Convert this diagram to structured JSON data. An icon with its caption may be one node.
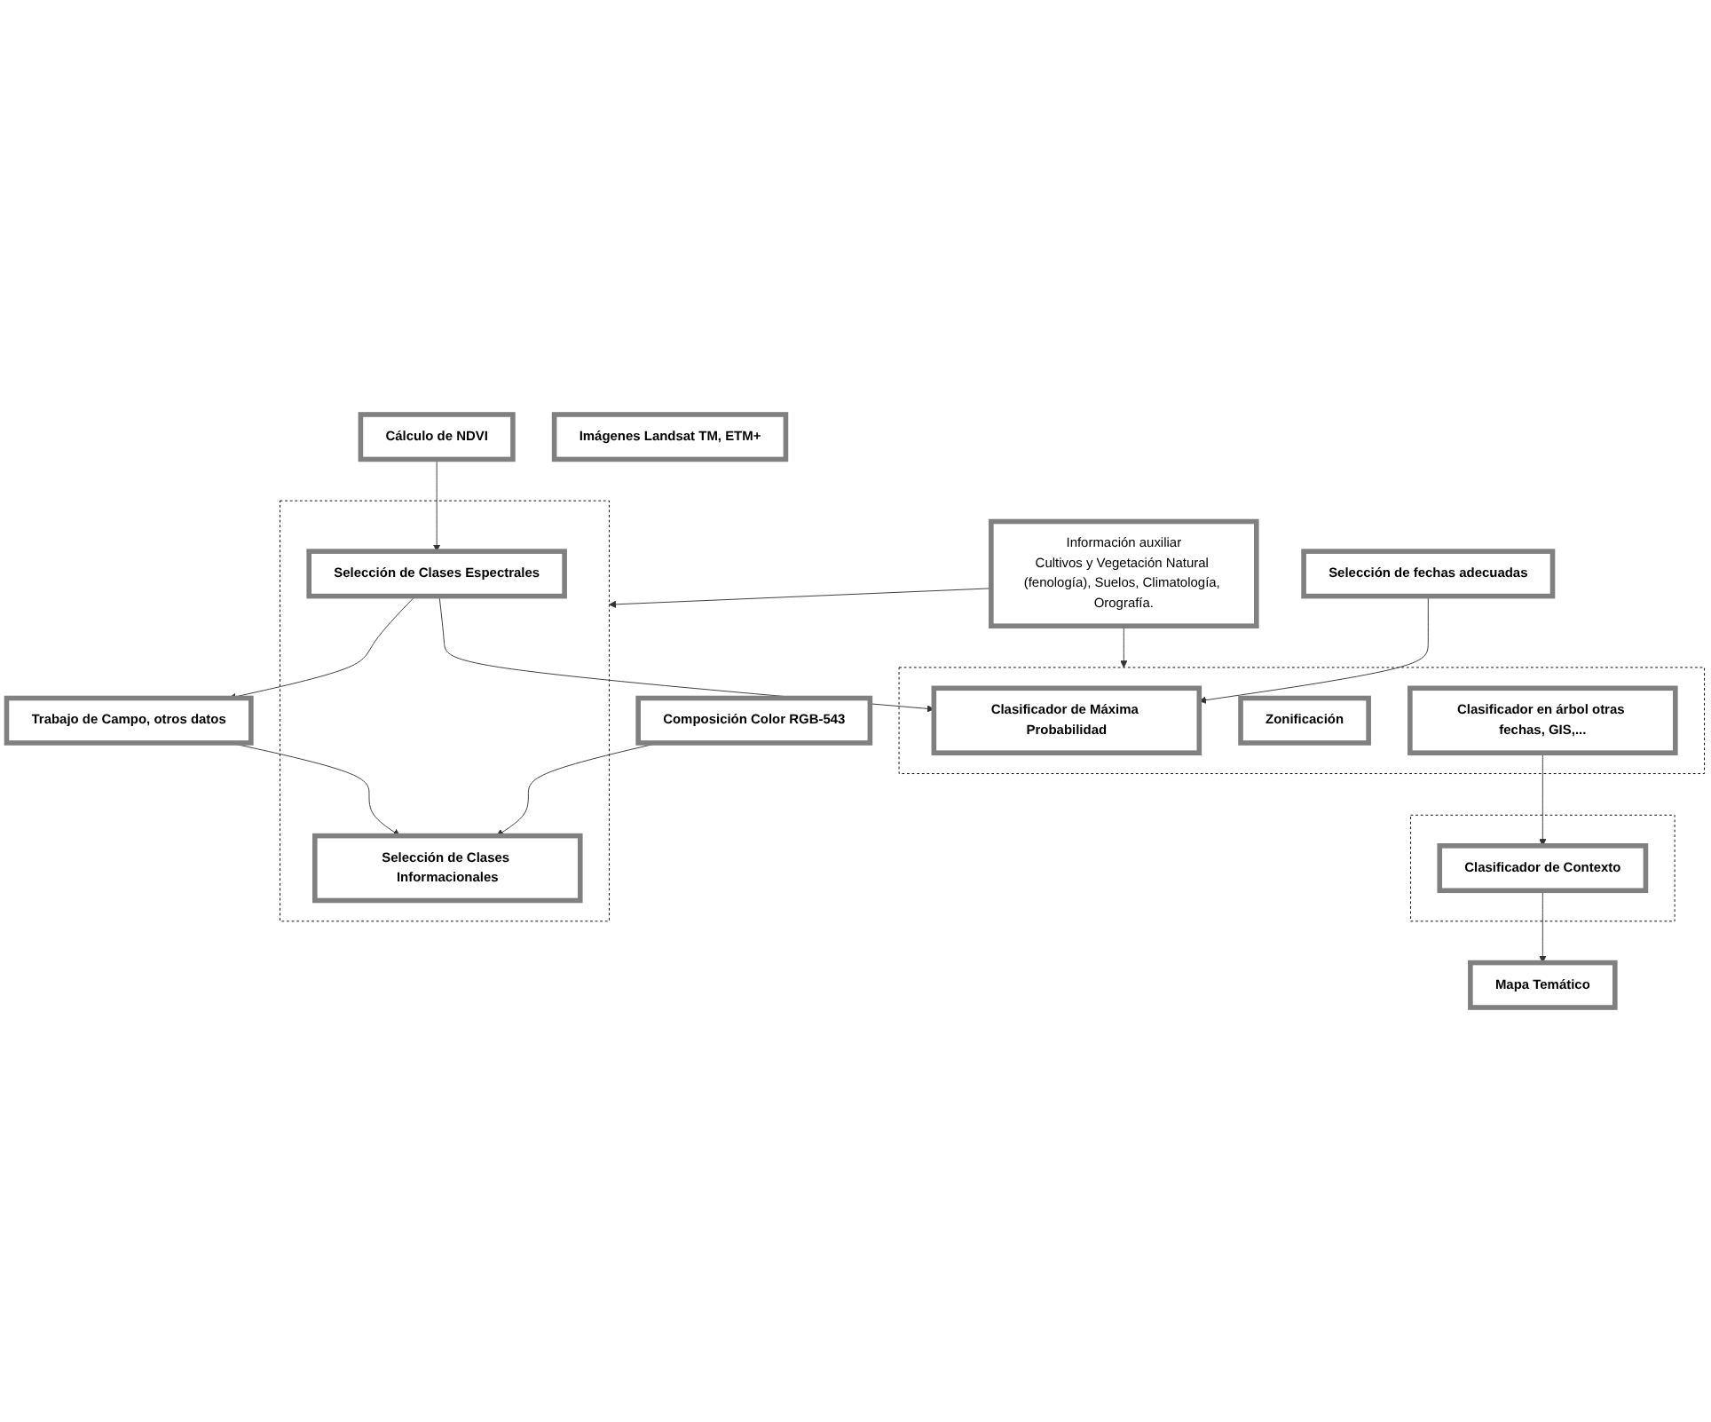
{
  "diagram": {
    "nodes": [
      {
        "text": [
          "Información auxiliar",
          "Cultivos y Vegetación Natural (fenología), Suelos, Climatología, Orografía."
        ]
      },
      {
        "text": [
          "Trabajo de Campo, otros datos"
        ]
      },
      {
        "text": [],
        "shape": "box"
      },
      {
        "text": [
          "Selección de Clases Informacionales"
        ],
        "in": 2
      },
      {
        "text": [
          "Selección de Clases Espectrales"
        ],
        "in": 2
      },
      {
        "text": [
          "Composición Color RGB-543"
        ]
      },
      {
        "text": [
          "Cálculo de NDVI"
        ]
      },
      {
        "text": [
          "Imágenes Landsat TM, ETM+"
        ]
      },
      {
        "text": [],
        "shape": "box"
      },
      {
        "text": [
          "Zonificación"
        ],
        "in": 8
      },
      {
        "text": [
          "Clasificador de Máxima Probabilidad"
        ],
        "in": 8
      },
      {
        "text": [
          "Clasificador en árbol otras fechas, GIS,..."
        ],
        "in": 8
      },
      {
        "text": [
          "Selección de fechas adecuadas"
        ]
      },
      {
        "text": [],
        "shape": "box"
      },
      {
        "text": [
          "Clasificador de Contexto"
        ],
        "in": 13
      },
      {
        "text": [
          "Mapa Temático"
        ]
      }
    ],
    "edges": [
      {
        "from": 0,
        "to": 2,
        "arrow": "to"
      },
      {
        "from": 0,
        "to": 8,
        "arrow": "to"
      },
      {
        "from": 1,
        "to": 3,
        "arrow": "to"
      },
      {
        "from": 4,
        "to": 1,
        "arrow": "to"
      },
      {
        "from": 5,
        "to": 3,
        "arrow": "to"
      },
      {
        "from": 6,
        "to": 4,
        "arrow": "to"
      },
      {
        "from": 4,
        "to": 10,
        "arrow": "to"
      },
      {
        "from": 12,
        "to": 10,
        "arrow": "to"
      },
      {
        "from": 11,
        "to": 14,
        "arrow": "to"
      },
      {
        "from": 14,
        "to": 15,
        "arrow": "to"
      }
    ]
  }
}
